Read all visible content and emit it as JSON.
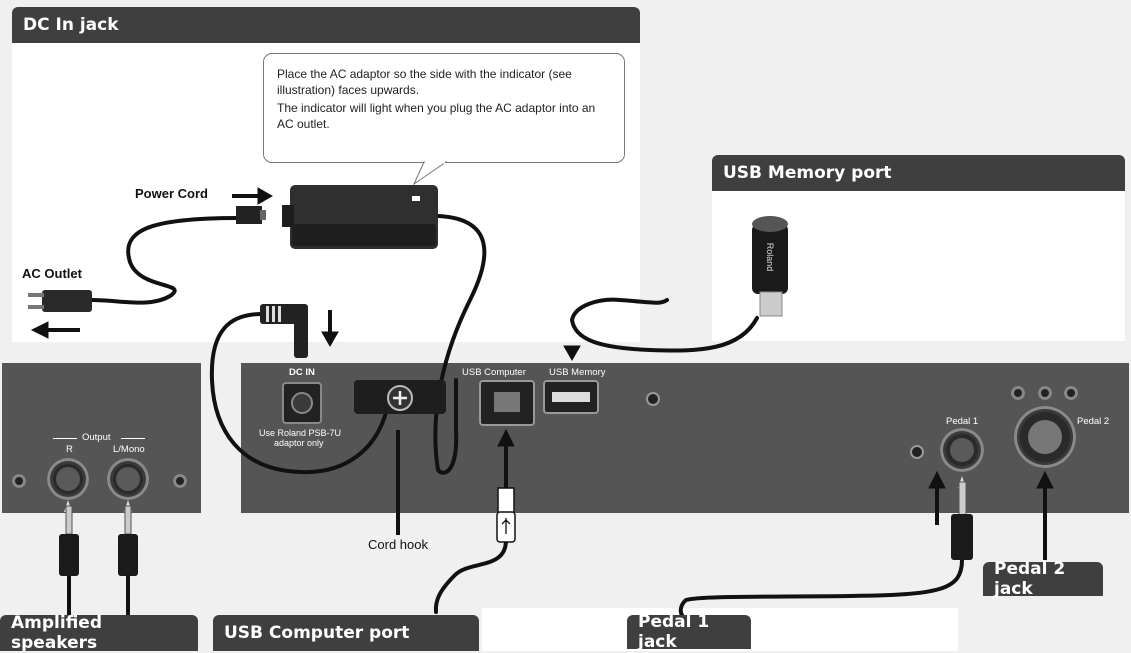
{
  "headers": {
    "dc_in_jack": "DC In jack",
    "usb_memory_port": "USB Memory port",
    "amplified_speakers": "Amplified speakers",
    "usb_computer_port": "USB Computer port",
    "pedal1_jack": "Pedal 1 jack",
    "pedal2_jack": "Pedal 2 jack"
  },
  "callout": {
    "line1": "Place the AC adaptor so the side with the indicator (see illustration) faces upwards.",
    "line2": "The indicator will light when you plug the AC adaptor into an AC outlet."
  },
  "labels": {
    "power_cord": "Power Cord",
    "ac_outlet": "AC Outlet",
    "cord_hook": "Cord hook"
  },
  "panel_labels": {
    "dc_in": "DC IN",
    "dc_in_note_1": "Use Roland PSB-7U",
    "dc_in_note_2": "adaptor only",
    "usb_computer": "USB Computer",
    "usb_memory": "USB Memory",
    "output": "Output",
    "output_r": "R",
    "output_l": "L/Mono",
    "pedal1": "Pedal 1",
    "pedal2": "Pedal 2"
  },
  "usb_stick_brand": "Roland",
  "colors": {
    "header_bg": "#3f3f3f",
    "panel_bg": "#555555",
    "cable": "#111111"
  }
}
